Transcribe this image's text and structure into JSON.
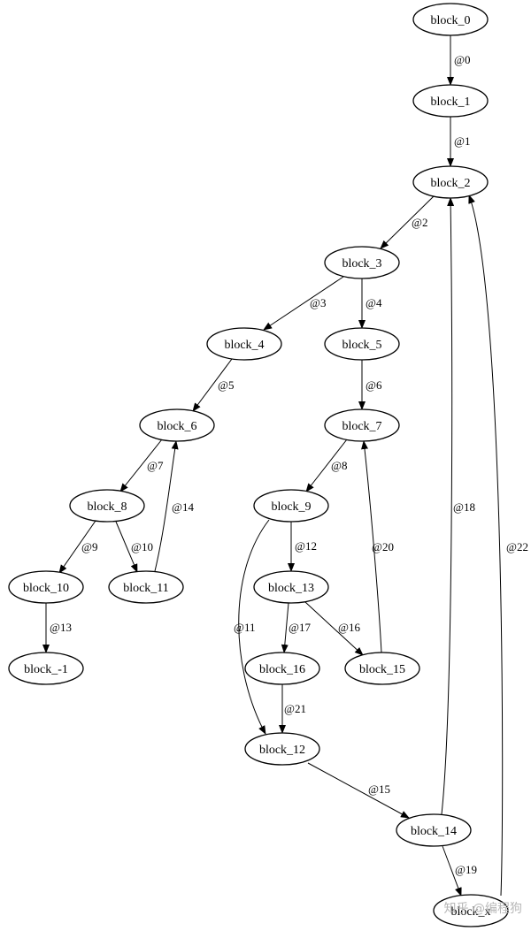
{
  "graph": {
    "nodes": [
      {
        "id": "block_0",
        "label": "block_0"
      },
      {
        "id": "block_1",
        "label": "block_1"
      },
      {
        "id": "block_2",
        "label": "block_2"
      },
      {
        "id": "block_3",
        "label": "block_3"
      },
      {
        "id": "block_4",
        "label": "block_4"
      },
      {
        "id": "block_5",
        "label": "block_5"
      },
      {
        "id": "block_6",
        "label": "block_6"
      },
      {
        "id": "block_7",
        "label": "block_7"
      },
      {
        "id": "block_8",
        "label": "block_8"
      },
      {
        "id": "block_9",
        "label": "block_9"
      },
      {
        "id": "block_10",
        "label": "block_10"
      },
      {
        "id": "block_11",
        "label": "block_11"
      },
      {
        "id": "block_13",
        "label": "block_13"
      },
      {
        "id": "block_-1",
        "label": "block_-1"
      },
      {
        "id": "block_16",
        "label": "block_16"
      },
      {
        "id": "block_15",
        "label": "block_15"
      },
      {
        "id": "block_12",
        "label": "block_12"
      },
      {
        "id": "block_14",
        "label": "block_14"
      },
      {
        "id": "block_x",
        "label": "block_x"
      }
    ],
    "edges": [
      {
        "from": "block_0",
        "to": "block_1",
        "label": "@0"
      },
      {
        "from": "block_1",
        "to": "block_2",
        "label": "@1"
      },
      {
        "from": "block_2",
        "to": "block_3",
        "label": "@2"
      },
      {
        "from": "block_3",
        "to": "block_4",
        "label": "@3"
      },
      {
        "from": "block_3",
        "to": "block_5",
        "label": "@4"
      },
      {
        "from": "block_4",
        "to": "block_6",
        "label": "@5"
      },
      {
        "from": "block_5",
        "to": "block_7",
        "label": "@6"
      },
      {
        "from": "block_6",
        "to": "block_8",
        "label": "@7"
      },
      {
        "from": "block_7",
        "to": "block_9",
        "label": "@8"
      },
      {
        "from": "block_8",
        "to": "block_10",
        "label": "@9"
      },
      {
        "from": "block_8",
        "to": "block_11",
        "label": "@10"
      },
      {
        "from": "block_9",
        "to": "block_12",
        "label": "@11"
      },
      {
        "from": "block_9",
        "to": "block_13",
        "label": "@12"
      },
      {
        "from": "block_10",
        "to": "block_-1",
        "label": "@13"
      },
      {
        "from": "block_11",
        "to": "block_6",
        "label": "@14"
      },
      {
        "from": "block_12",
        "to": "block_14",
        "label": "@15"
      },
      {
        "from": "block_13",
        "to": "block_15",
        "label": "@16"
      },
      {
        "from": "block_13",
        "to": "block_16",
        "label": "@17"
      },
      {
        "from": "block_14",
        "to": "block_2",
        "label": "@18"
      },
      {
        "from": "block_14",
        "to": "block_x",
        "label": "@19"
      },
      {
        "from": "block_15",
        "to": "block_7",
        "label": "@20"
      },
      {
        "from": "block_16",
        "to": "block_12",
        "label": "@21"
      },
      {
        "from": "block_x",
        "to": "block_2",
        "label": "@22"
      }
    ]
  },
  "watermark": {
    "text": "知乎 @编程狗"
  }
}
